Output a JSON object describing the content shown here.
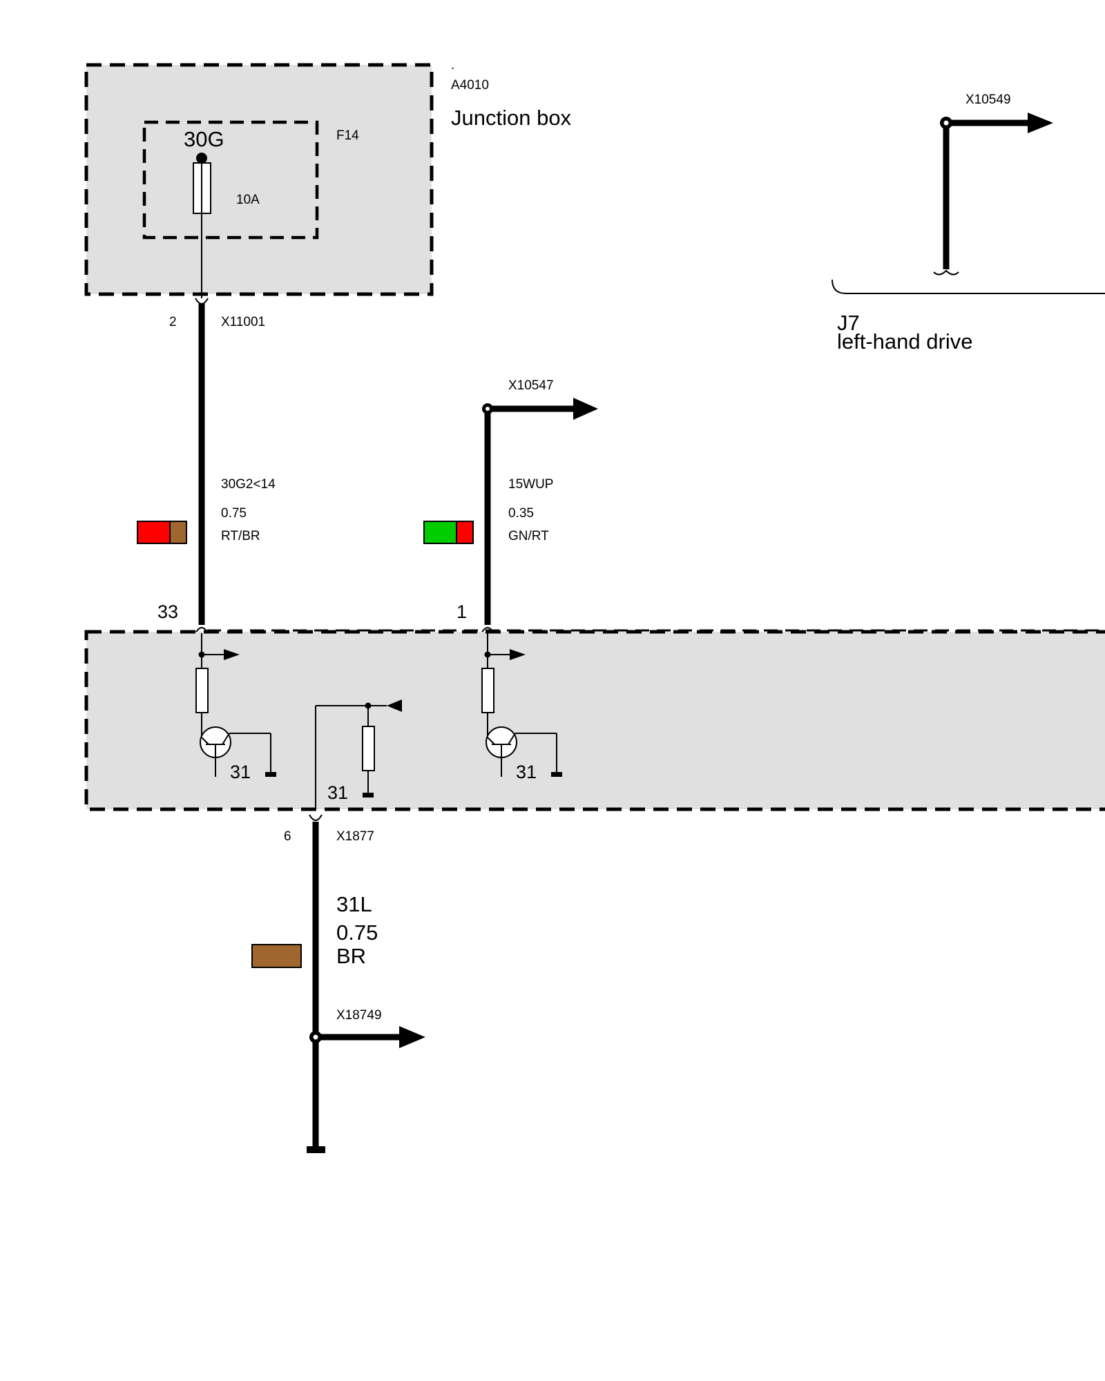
{
  "junction_box": {
    "dot": ".",
    "id": "A4010",
    "title": "Junction box",
    "fuse_terminal": "30G",
    "fuse_id": "F14",
    "fuse_rating": "10A"
  },
  "variant": {
    "id": "J7",
    "description": "left-hand drive",
    "connector": "X10549"
  },
  "wire_left": {
    "pin_top": "2",
    "connector_top": "X11001",
    "signal": "30G2<14",
    "gauge": "0.75",
    "color_code": "RT/BR",
    "color_primary": "#ff0000",
    "color_secondary": "#a0662f",
    "pin_bottom": "33"
  },
  "wire_mid": {
    "connector": "X10547",
    "signal": "15WUP",
    "gauge": "0.35",
    "color_code": "GN/RT",
    "color_primary": "#00cc00",
    "color_secondary": "#ff0000",
    "pin_bottom": "1"
  },
  "module": {
    "ground_1": "31",
    "ground_2": "31",
    "ground_3": "31"
  },
  "wire_ground": {
    "pin": "6",
    "connector": "X1877",
    "signal": "31L",
    "gauge": "0.75",
    "color_code": "BR",
    "color_primary": "#a0662f",
    "splice_connector": "X18749"
  }
}
